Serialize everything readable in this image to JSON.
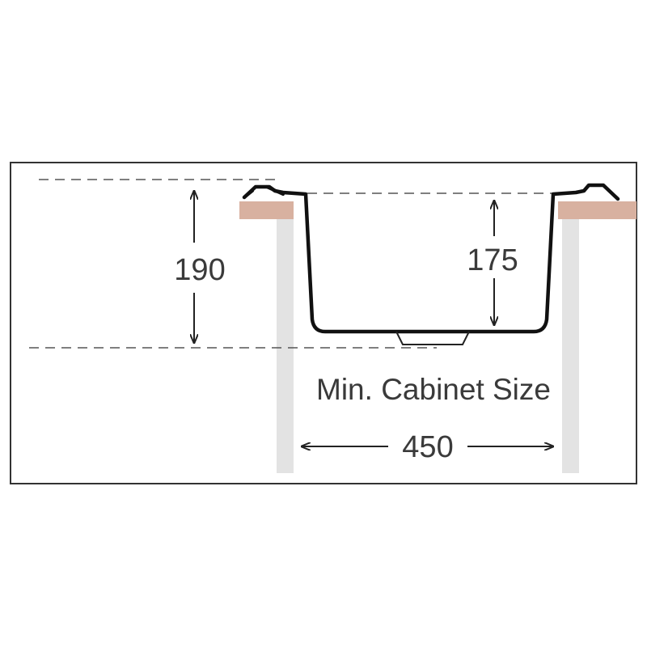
{
  "dimensions": {
    "overall_depth": "190",
    "bowl_depth": "175",
    "cabinet_width": "450"
  },
  "labels": {
    "cabinet": "Min. Cabinet Size"
  },
  "colors": {
    "frame": "#333333",
    "countertop": "#d8b1a0",
    "cabinet_side": "#e3e3e3",
    "sink_outline": "#111111",
    "dash": "#555555",
    "arrow": "#222222",
    "text": "#3a3a3a"
  }
}
